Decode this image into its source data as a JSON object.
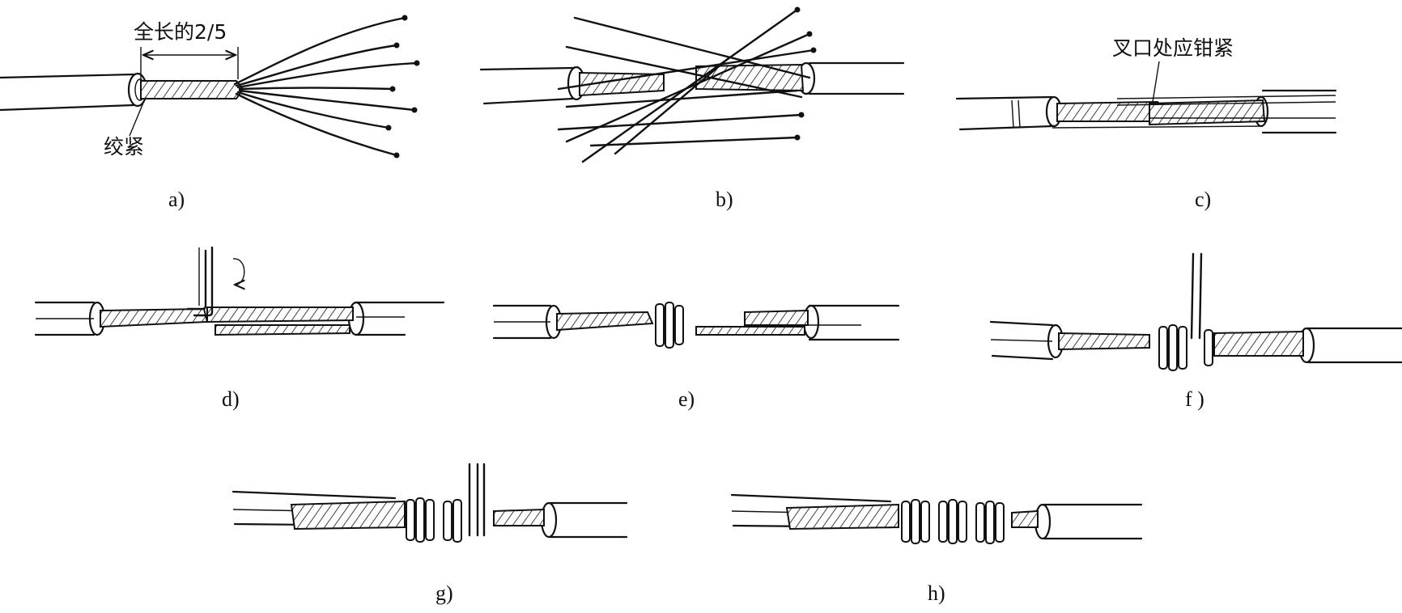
{
  "figure": {
    "panels": [
      {
        "id": "a",
        "caption": "a)"
      },
      {
        "id": "b",
        "caption": "b)"
      },
      {
        "id": "c",
        "caption": "c)"
      },
      {
        "id": "d",
        "caption": "d)"
      },
      {
        "id": "e",
        "caption": "e)"
      },
      {
        "id": "f",
        "caption": "f )"
      },
      {
        "id": "g",
        "caption": "g)"
      },
      {
        "id": "h",
        "caption": "h)"
      }
    ],
    "annotations": {
      "length_fraction": "全长的2/5",
      "twist_tight": "绞紧",
      "clamp_fork": "叉口处应钳紧"
    }
  }
}
